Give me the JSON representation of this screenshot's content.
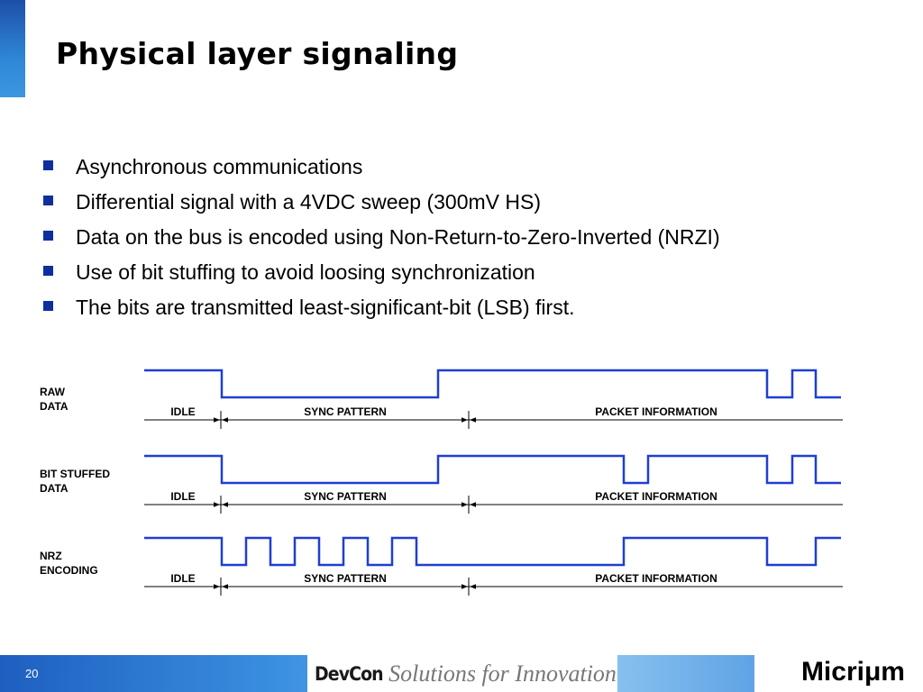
{
  "slide": {
    "title": "Physical layer signaling",
    "bullets": [
      "Asynchronous communications",
      "Differential signal with a 4VDC sweep (300mV HS)",
      "Data on the bus is encoded using Non-Return-to-Zero-Inverted (NRZI)",
      "Use of bit stuffing to avoid loosing synchronization",
      "The bits are transmitted least-significant-bit (LSB) first."
    ],
    "page_number": "20"
  },
  "diagram": {
    "rows": [
      {
        "label_lines": [
          "RAW",
          "DATA"
        ],
        "segments": [
          "IDLE",
          "SYNC PATTERN",
          "PACKET INFORMATION"
        ]
      },
      {
        "label_lines": [
          "BIT STUFFED",
          "DATA"
        ],
        "segments": [
          "IDLE",
          "SYNC PATTERN",
          "PACKET INFORMATION"
        ]
      },
      {
        "label_lines": [
          "NRZ",
          "ENCODING"
        ],
        "segments": [
          "IDLE",
          "SYNC PATTERN",
          "PACKET INFORMATION"
        ]
      }
    ]
  },
  "footer": {
    "event_logo": "DevCon",
    "tagline": "Solutions for Innovation",
    "brand": "Micriμm"
  },
  "colors": {
    "signal": "#1f3fd0",
    "bullet": "#0f2f9e"
  }
}
